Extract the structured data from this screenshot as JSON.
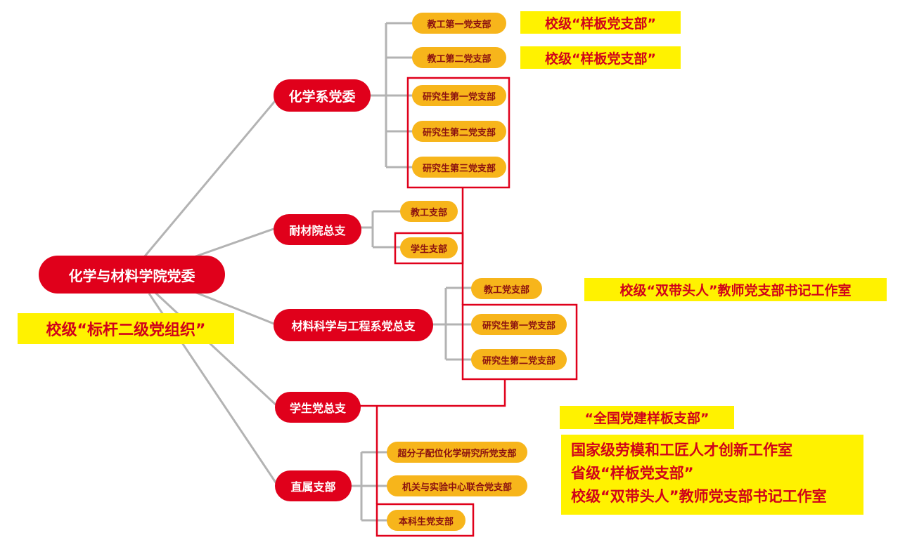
{
  "root": {
    "label": "化学与材料学院党委",
    "tag": "校级“标杆二级党组织”"
  },
  "committees": [
    {
      "label": "化学系党委",
      "branches": [
        {
          "label": "教工第一党支部",
          "tag": "校级“样板党支部”"
        },
        {
          "label": "教工第二党支部",
          "tag": "校级“样板党支部”"
        },
        {
          "label": "研究生第一党支部"
        },
        {
          "label": "研究生第二党支部"
        },
        {
          "label": "研究生第三党支部"
        }
      ]
    },
    {
      "label": "耐材院总支",
      "branches": [
        {
          "label": "教工支部"
        },
        {
          "label": "学生支部"
        }
      ]
    },
    {
      "label": "材料科学与工程系党总支",
      "branches": [
        {
          "label": "教工党支部",
          "tag": "校级“双带头人”教师党支部书记工作室"
        },
        {
          "label": "研究生第一党支部"
        },
        {
          "label": "研究生第二党支部"
        }
      ]
    },
    {
      "label": "学生党总支",
      "branches": []
    },
    {
      "label": "直属支部",
      "branches": [
        {
          "label": "超分子配位化学研究所党支部"
        },
        {
          "label": "机关与实验中心联合党支部"
        },
        {
          "label": "本科生党支部"
        }
      ]
    }
  ],
  "honors": {
    "national": "“全国党建样板支部”",
    "list": [
      "国家级劳模和工匠人才创新工作室",
      "省级“样板党支部”",
      "校级“双带头人”教师党支部书记工作室"
    ]
  },
  "colors": {
    "red": "#e0001b",
    "yellow_node": "#f7b51b",
    "tag_bg": "#fff200",
    "line": "#b3b3b3"
  }
}
